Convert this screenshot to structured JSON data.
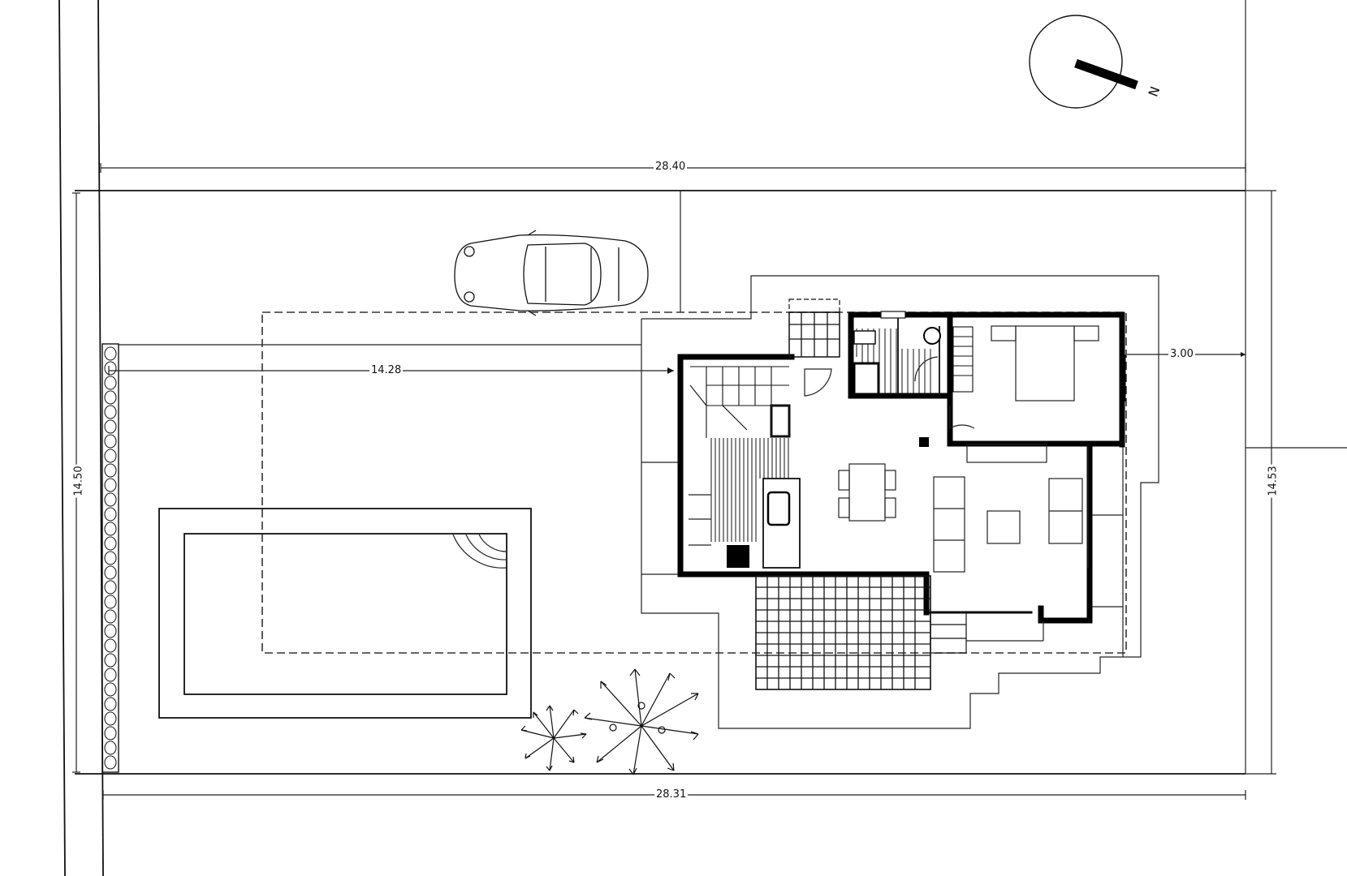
{
  "drawing": {
    "type": "architectural site plan",
    "background": "#ffffff",
    "line_color": "#000000"
  },
  "north_arrow": {
    "label": "N",
    "icon": "north-arrow-icon"
  },
  "dimensions": {
    "top_width": "28.40",
    "bottom_width": "28.31",
    "left_height": "14.50",
    "right_height": "14.53",
    "setback_front": "14.28",
    "setback_side": "3.00"
  },
  "elements": {
    "vehicle": "car-icon",
    "pool": "swimming-pool",
    "trees": [
      "palm-tree-icon",
      "palm-tree-icon"
    ],
    "stone_wall": "stone-boundary-wall",
    "house_rooms": [
      "living-room",
      "dining-area",
      "kitchen",
      "stairs",
      "bathroom",
      "bedroom",
      "terrace"
    ]
  }
}
